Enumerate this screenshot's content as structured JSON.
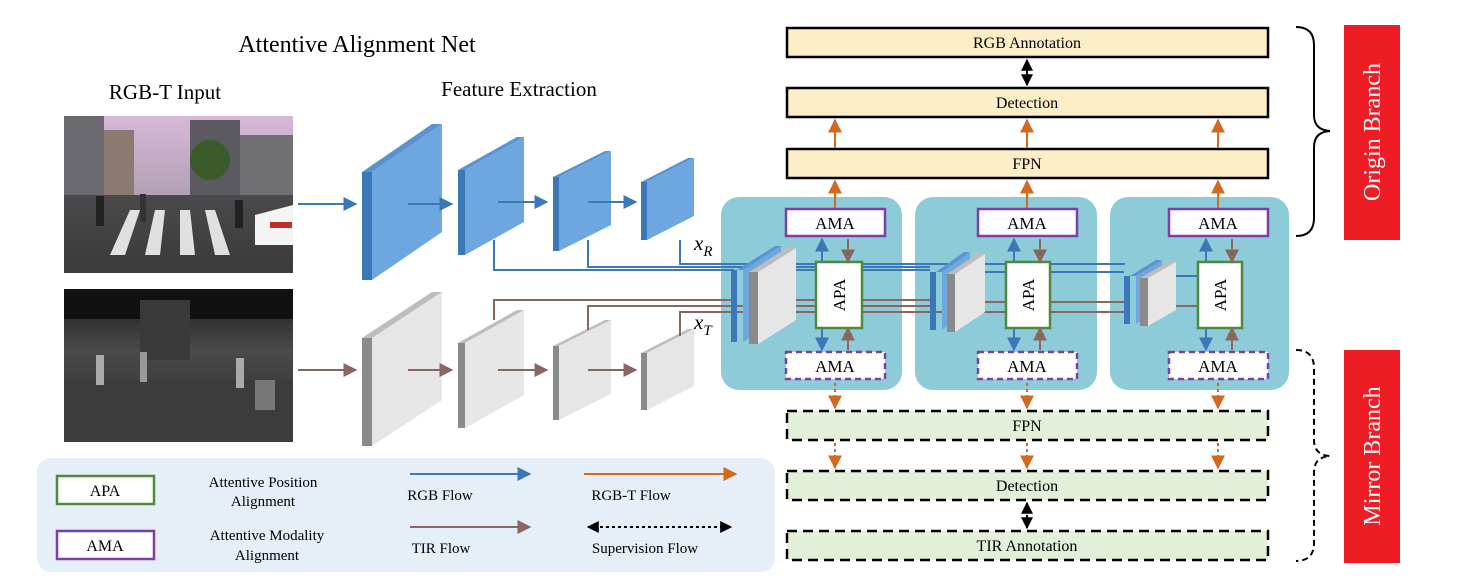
{
  "title": "Attentive Alignment Net",
  "sections": {
    "input": "RGB-T Input",
    "feature": "Feature Extraction"
  },
  "symbols": {
    "xr_main": "x",
    "xr_sub": "R",
    "xt_main": "x",
    "xt_sub": "T"
  },
  "modules": {
    "ama": "AMA",
    "apa": "APA"
  },
  "origin": {
    "annotation": "RGB Annotation",
    "detection": "Detection",
    "fpn": "FPN",
    "branch_label": "Origin Branch"
  },
  "mirror": {
    "fpn": "FPN",
    "detection": "Detection",
    "annotation": "TIR Annotation",
    "branch_label": "Mirror Branch"
  },
  "legend": {
    "apa_box": "APA",
    "apa_desc_1": "Attentive Position",
    "apa_desc_2": "Alignment",
    "ama_box": "AMA",
    "ama_desc_1": "Attentive Modality",
    "ama_desc_2": "Alignment",
    "rgb_flow": "RGB Flow",
    "tir_flow": "TIR Flow",
    "rgbt_flow": "RGB-T Flow",
    "supervision_flow": "Supervision Flow"
  },
  "colors": {
    "rgb_flow": "#3a78b8",
    "tir_flow": "#8a6660",
    "rgbt_flow": "#d2691e",
    "apa_border": "#4e8a3a",
    "ama_border": "#7b3fa8",
    "branch_red": "#ee1c25",
    "origin_fill": "#fdeec8",
    "mirror_fill": "#e4efd9",
    "fusion_bg": "#8ecbd9",
    "legend_bg": "#e6eef7"
  }
}
